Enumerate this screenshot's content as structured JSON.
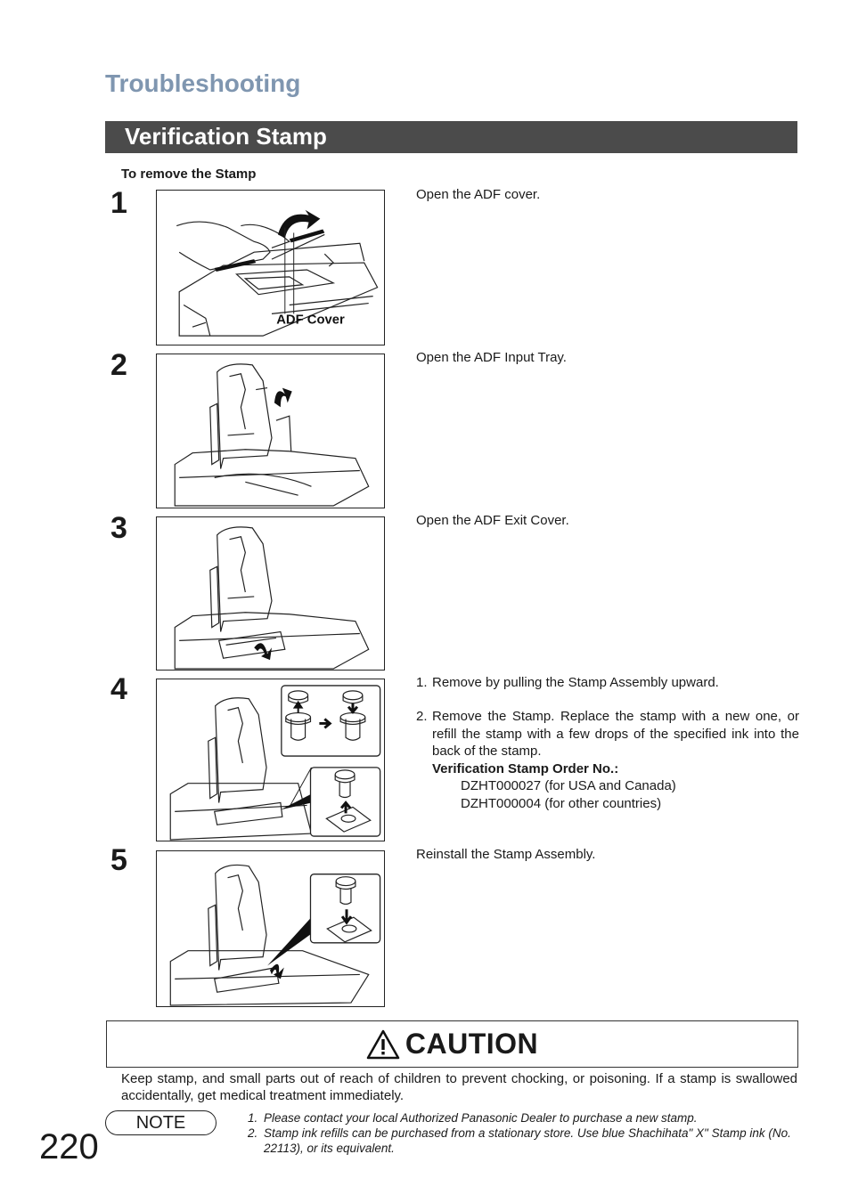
{
  "header": {
    "section": "Troubleshooting",
    "banner": "Verification Stamp"
  },
  "subheading": "To remove the Stamp",
  "steps": [
    {
      "number": "1",
      "text": "Open the ADF cover.",
      "figure_label": "ADF Cover"
    },
    {
      "number": "2",
      "text": "Open the ADF Input Tray."
    },
    {
      "number": "3",
      "text": "Open the ADF Exit Cover."
    },
    {
      "number": "4",
      "substeps": [
        {
          "num": "1.",
          "text": "Remove by pulling the Stamp Assembly upward."
        },
        {
          "num": "2.",
          "text": "Remove the Stamp. Replace the stamp with a new one, or refill the stamp with a few drops of the specified ink into the back of the stamp."
        }
      ],
      "order_label": "Verification Stamp Order No.:",
      "order_lines": [
        "DZHT000027 (for USA and Canada)",
        "DZHT000004 (for other countries)"
      ]
    },
    {
      "number": "5",
      "text": "Reinstall the Stamp Assembly."
    }
  ],
  "caution": {
    "title": "CAUTION",
    "text": "Keep stamp, and small parts out of reach of children to prevent chocking, or poisoning. If a stamp is swallowed accidentally, get medical treatment immediately."
  },
  "note": {
    "label": "NOTE",
    "items": [
      {
        "num": "1.",
        "text": "Please contact your local Authorized Panasonic Dealer to purchase a new stamp."
      },
      {
        "num": "2.",
        "text": "Stamp ink refills can be purchased from a stationary store. Use blue Shachihata\" X\" Stamp ink (No. 22113), or its equivalent."
      }
    ]
  },
  "page_number": "220",
  "colors": {
    "section_title": "#7f96b0",
    "banner_bg": "#4b4b4b"
  }
}
